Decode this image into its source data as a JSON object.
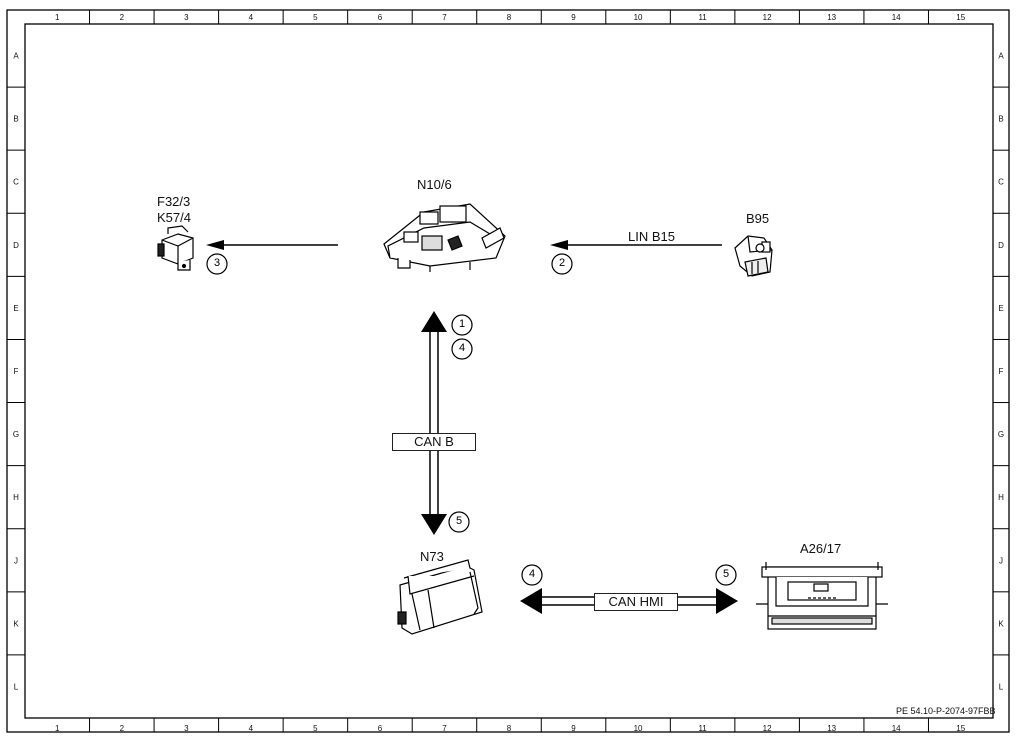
{
  "grid": {
    "columns": [
      "1",
      "2",
      "3",
      "4",
      "5",
      "6",
      "7",
      "8",
      "9",
      "10",
      "11",
      "12",
      "13",
      "14",
      "15"
    ],
    "rows": [
      "A",
      "B",
      "C",
      "D",
      "E",
      "F",
      "G",
      "H",
      "J",
      "K",
      "L"
    ]
  },
  "components": {
    "relay": {
      "label_line1": "F32/3",
      "label_line2": "K57/4"
    },
    "sam": {
      "label": "N10/6"
    },
    "sensor": {
      "label": "B95"
    },
    "module": {
      "label": "N73"
    },
    "unit": {
      "label": "A26/17"
    }
  },
  "buses": {
    "lin": "LIN B15",
    "can_b": "CAN B",
    "can_hmi": "CAN HMI"
  },
  "steps": {
    "s1": "1",
    "s2": "2",
    "s3": "3",
    "s4a": "4",
    "s5a": "5",
    "s4b": "4",
    "s5b": "5"
  },
  "doc_code": "PE 54.10-P-2074-97FBB",
  "colors": {
    "component_label": "#1f1fd0",
    "line": "#000000"
  }
}
